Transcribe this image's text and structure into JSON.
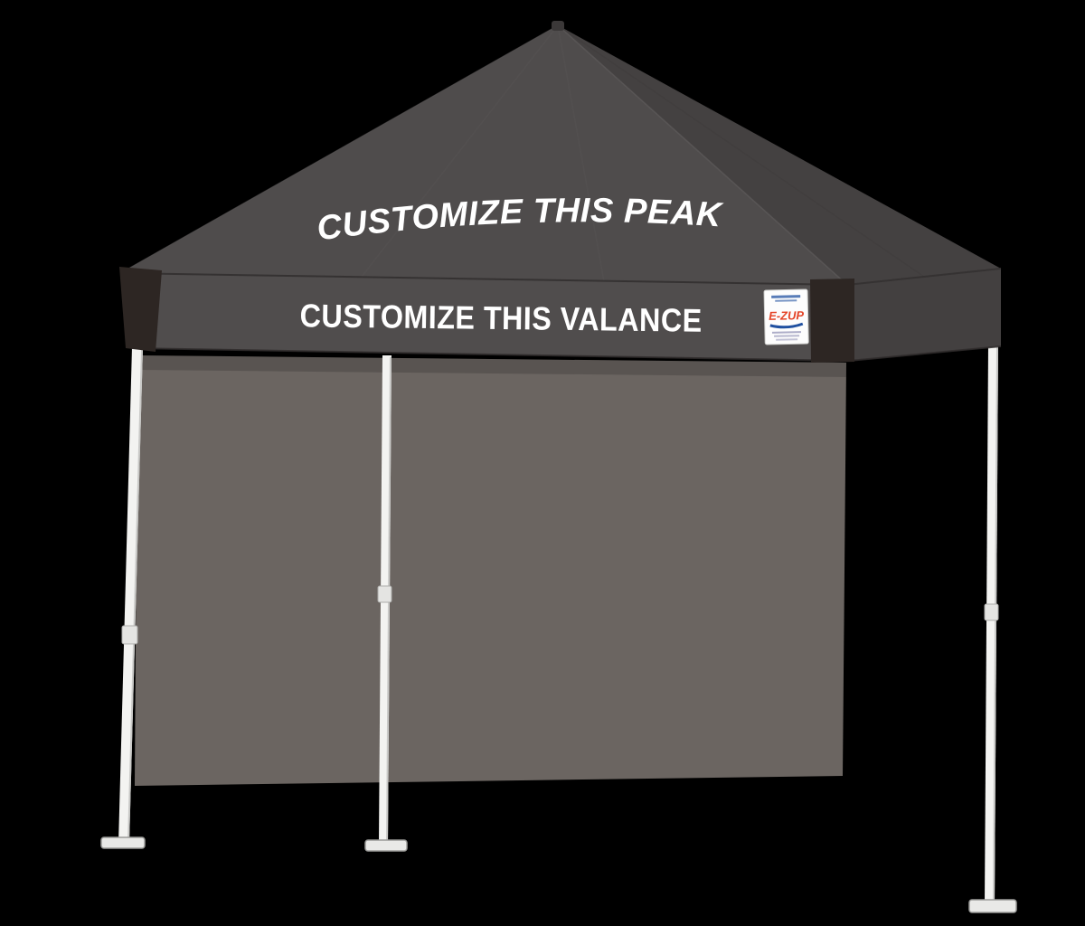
{
  "product_image": {
    "peak_text": "CUSTOMIZE THIS PEAK",
    "valance_text": "CUSTOMIZE THIS VALANCE",
    "logo": {
      "brand": "E-ZUP"
    },
    "colors": {
      "background": "#000000",
      "canopy_front": "#4f4c4c",
      "canopy_side": "#444141",
      "valance_front": "#504d4d",
      "valance_side": "#434040",
      "corner_trim": "#2d2623",
      "wall": "#6b6561",
      "leg": "#f3f3f1",
      "foot": "#e9e9e7",
      "text": "#ffffff",
      "logo_red": "#e44427",
      "logo_blue": "#2050a0"
    }
  }
}
